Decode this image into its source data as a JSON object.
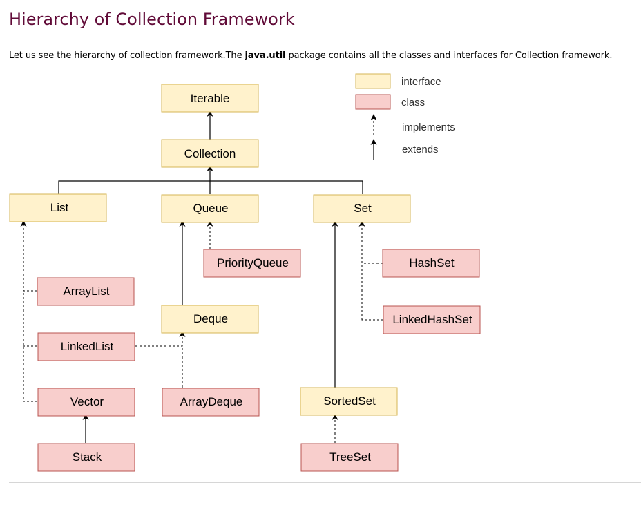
{
  "title": "Hierarchy of Collection Framework",
  "intro": {
    "before": "Let us see the hierarchy of collection framework.The ",
    "code": "java.util",
    "after": " package contains all the classes and interfaces for Collection framework."
  },
  "colors": {
    "title": "#610b38",
    "interface_fill": "#fff2cc",
    "interface_stroke": "#d6b656",
    "class_fill": "#f8cecc",
    "class_stroke": "#b85450",
    "line": "#000000"
  },
  "legend": {
    "interface": "interface",
    "class": "class",
    "implements": "implements",
    "extends": "extends"
  },
  "nodes": {
    "iterable": "Iterable",
    "collection": "Collection",
    "list": "List",
    "queue": "Queue",
    "set": "Set",
    "priorityqueue": "PriorityQueue",
    "arraylist": "ArrayList",
    "deque": "Deque",
    "hashset": "HashSet",
    "linkedlist": "LinkedList",
    "linkedhashset": "LinkedHashSet",
    "vector": "Vector",
    "arraydeque": "ArrayDeque",
    "sortedset": "SortedSet",
    "stack": "Stack",
    "treeset": "TreeSet"
  }
}
